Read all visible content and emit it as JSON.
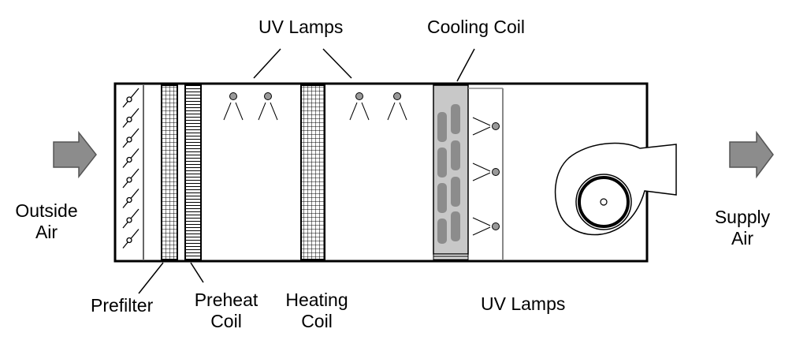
{
  "labels": {
    "uv_lamps_top": "UV Lamps",
    "cooling_coil": "Cooling Coil",
    "outside_air_line1": "Outside",
    "outside_air_line2": "Air",
    "supply_air_line1": "Supply",
    "supply_air_line2": "Air",
    "prefilter": "Prefilter",
    "preheat_coil_line1": "Preheat",
    "preheat_coil_line2": "Coil",
    "heating_coil_line1": "Heating",
    "heating_coil_line2": "Coil",
    "uv_lamps_bottom": "UV Lamps"
  },
  "colors": {
    "line": "#000000",
    "arrow_fill": "#8c8c8c",
    "coil_fill": "#c8c8c8",
    "coil_slot": "#8c8c8c",
    "lamp": "#999999",
    "frame_inner": "#888888"
  },
  "components": [
    "damper-icon",
    "grid-filter-icon",
    "coil-icon",
    "uv-lamp-icon",
    "fan-icon",
    "arrow-icon"
  ]
}
